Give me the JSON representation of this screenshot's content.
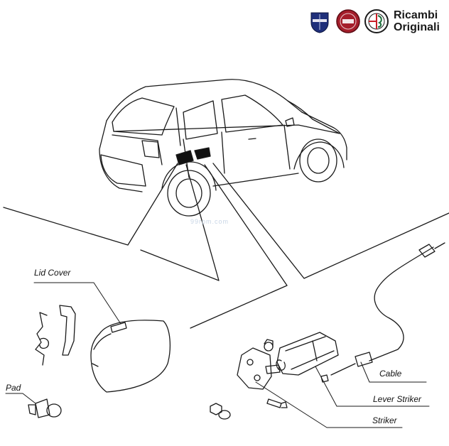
{
  "brand": {
    "line1": "Ricambi",
    "line2": "Originali",
    "logos": [
      "lancia-logo",
      "fiat-logo",
      "alfa-romeo-logo"
    ]
  },
  "watermark": "99rpm.com",
  "labels": {
    "lid_cover": "Lid Cover",
    "pad": "Pad",
    "cable": "Cable",
    "lever_striker": "Lever Striker",
    "striker": "Striker"
  }
}
